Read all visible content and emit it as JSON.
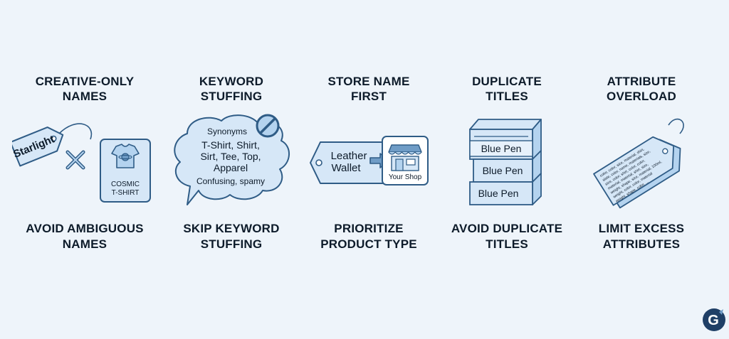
{
  "colors": {
    "background": "#eef4fa",
    "fill_light": "#d6e7f7",
    "fill_mid": "#b4d3ef",
    "stroke": "#2f5c86",
    "text": "#0d1b2a"
  },
  "columns": [
    {
      "title": "CREATIVE-ONLY\nNAMES",
      "tag_text": "Starlight",
      "shirt_label_line1": "COSMIC",
      "shirt_label_line2": "T-SHIRT",
      "caption": "AVOID AMBIGUOUS\nNAMES",
      "icons": [
        "price-tag-icon",
        "x-mark-icon",
        "t-shirt-icon"
      ]
    },
    {
      "title": "KEYWORD\nSTUFFING",
      "bubble_header": "Synonyms",
      "bubble_line1": "T-Shirt, Shirt,",
      "bubble_line2": "Sirt, Tee, Top,",
      "bubble_line3": "Apparel",
      "bubble_footer": "Confusing, spamy",
      "caption": "SKIP KEYWORD\nSTUFFING",
      "icons": [
        "speech-bubble-icon",
        "prohibited-icon"
      ]
    },
    {
      "title": "STORE NAME\nFIRST",
      "tag_line1": "Leather",
      "tag_line2": "Wallet",
      "store_label": "Your Shop",
      "caption": "PRIORITIZE\nPRODUCT TYPE",
      "icons": [
        "price-tag-icon",
        "arrow-right-icon",
        "storefront-icon"
      ]
    },
    {
      "title": "DUPLICATE\nTITLES",
      "box_labels": [
        "Blue Pen",
        "Blue Pen",
        "Blue Pen"
      ],
      "caption": "AVOID DUPLICATE\nTITLES",
      "icons": [
        "stacked-boxes-icon"
      ]
    },
    {
      "title": "ATTRIBUTE\nOVERLOAD",
      "tag_lines": [
        "color, color, size, material, shirt,",
        "slate, color, name, materials, size,",
        "size, color, shirt, color, color,",
        "material, material, shirt, size,",
        "weight, shape, size, material, 100ml,",
        "weight, color, color, material",
        "weight, shape, color, ..."
      ],
      "caption": "LIMIT EXCESS\nATTRIBUTES",
      "icons": [
        "overloaded-tag-icon"
      ]
    }
  ],
  "logo": {
    "letter": "G",
    "icon": "brand-logo-icon"
  }
}
